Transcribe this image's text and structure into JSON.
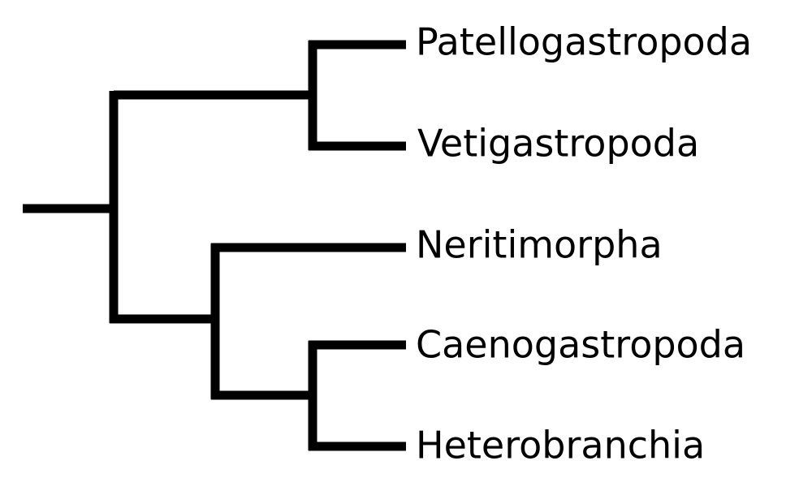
{
  "diagram": {
    "type": "phylogenetic-tree",
    "line_color": "#000000",
    "background": "#ffffff",
    "taxa": [
      {
        "label": "Patellogastropoda"
      },
      {
        "label": "Vetigastropoda"
      },
      {
        "label": "Neritimorpha"
      },
      {
        "label": "Caenogastropoda"
      },
      {
        "label": "Heterobranchia"
      }
    ],
    "topology": "((Patellogastropoda,Vetigastropoda),(Neritimorpha,(Caenogastropoda,Heterobranchia)))"
  }
}
